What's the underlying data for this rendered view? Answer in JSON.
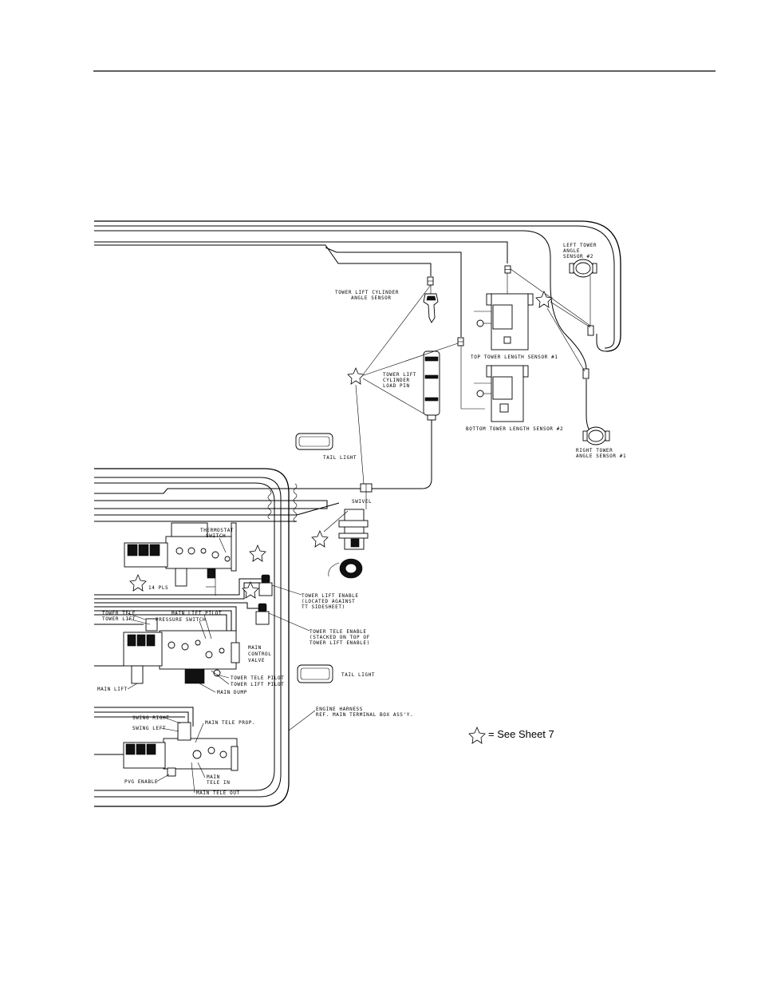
{
  "labels": {
    "left_tower_angle_sensor": [
      "LEFT TOWER",
      "ANGLE",
      "SENSOR #2"
    ],
    "tower_lift_cyl_angle": [
      "TOWER LIFT CYLINDER",
      "ANGLE SENSOR"
    ],
    "tower_lift_cyl_load_pin": [
      "TOWER LIFT",
      "CYLINDER",
      "LOAD PIN"
    ],
    "top_tower_length": "TOP TOWER LENGTH SENSOR #1",
    "bottom_tower_length": "BOTTOM TOWER LENGTH SENSOR #2",
    "right_tower_angle_sensor": [
      "RIGHT TOWER",
      "ANGLE SENSOR #1"
    ],
    "tail_light_1": "TAIL LIGHT",
    "tail_light_2": "TAIL LIGHT",
    "swivel": "SWIVEL",
    "thermostat_switch": [
      "THERMOSTAT",
      "SWITCH"
    ],
    "psi_14": "14 PLS",
    "tower_lift_enable": [
      "TOWER LIFT ENABLE",
      "(LOCATED AGAINST",
      "TT SIDESHEET)"
    ],
    "tower_tele_enable": [
      "TOWER TELE ENABLE",
      "(STACKED ON TOP OF",
      "TOWER LIFT ENABLE)"
    ],
    "tower_tele": "TOWER TELE",
    "tower_lift": "TOWER LIFT",
    "main_lift_pilot": "MAIN LIFT PILOT",
    "pressure_switch": "PRESSURE SWITCH",
    "main_control_valve": [
      "MAIN",
      "CONTROL",
      "VALVE"
    ],
    "tower_tele_pilot": "TOWER TELE PILOT",
    "tower_lift_pilot": "TOWER LIFT PILOT",
    "main_dump": "MAIN DUMP",
    "main_lift": "MAIN LIFT",
    "engine_harness": [
      "ENGINE HARNESS",
      "REF. MAIN TERMINAL BOX ASS'Y."
    ],
    "swing_right": "SWING RIGHT",
    "swing_left": "SWING LEFT",
    "main_tele_prop": "MAIN TELE PROP.",
    "main_tele_in": [
      "MAIN",
      "TELE IN"
    ],
    "main_tele_out": "MAIN TELE OUT",
    "pvg_enable": "PVG ENABLE"
  },
  "legend": {
    "text": "= See Sheet 7",
    "symbol": "star-icon"
  }
}
